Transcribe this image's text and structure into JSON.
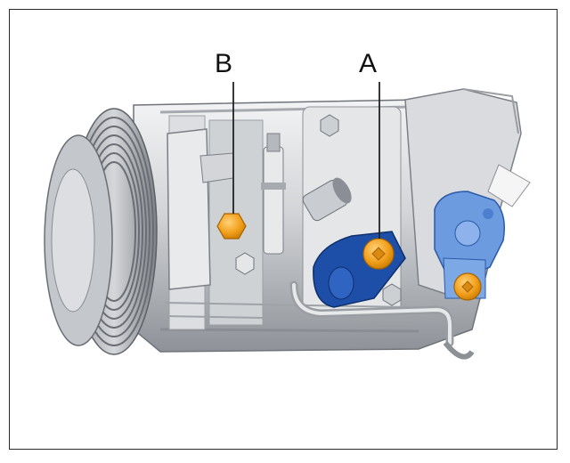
{
  "labels": {
    "a": "A",
    "b": "B"
  },
  "colors": {
    "frame": "#2a2a2a",
    "metal_light": "#e6e7e9",
    "metal_mid": "#b9bcc0",
    "metal_dark": "#7c8086",
    "bolt_orange": "#f2a01c",
    "bolt_orange_dark": "#c97a00",
    "bracket_blue_dark": "#1d4fa8",
    "bracket_blue_light": "#6d9be0",
    "leader_line": "#222222"
  },
  "callouts": [
    {
      "id": "A",
      "target": "refrigerant-line-bolt"
    },
    {
      "id": "B",
      "target": "compressor-mount-bolt"
    }
  ],
  "icons": [
    "compressor-icon",
    "pulley-icon",
    "bolt-icon",
    "bracket-icon"
  ]
}
